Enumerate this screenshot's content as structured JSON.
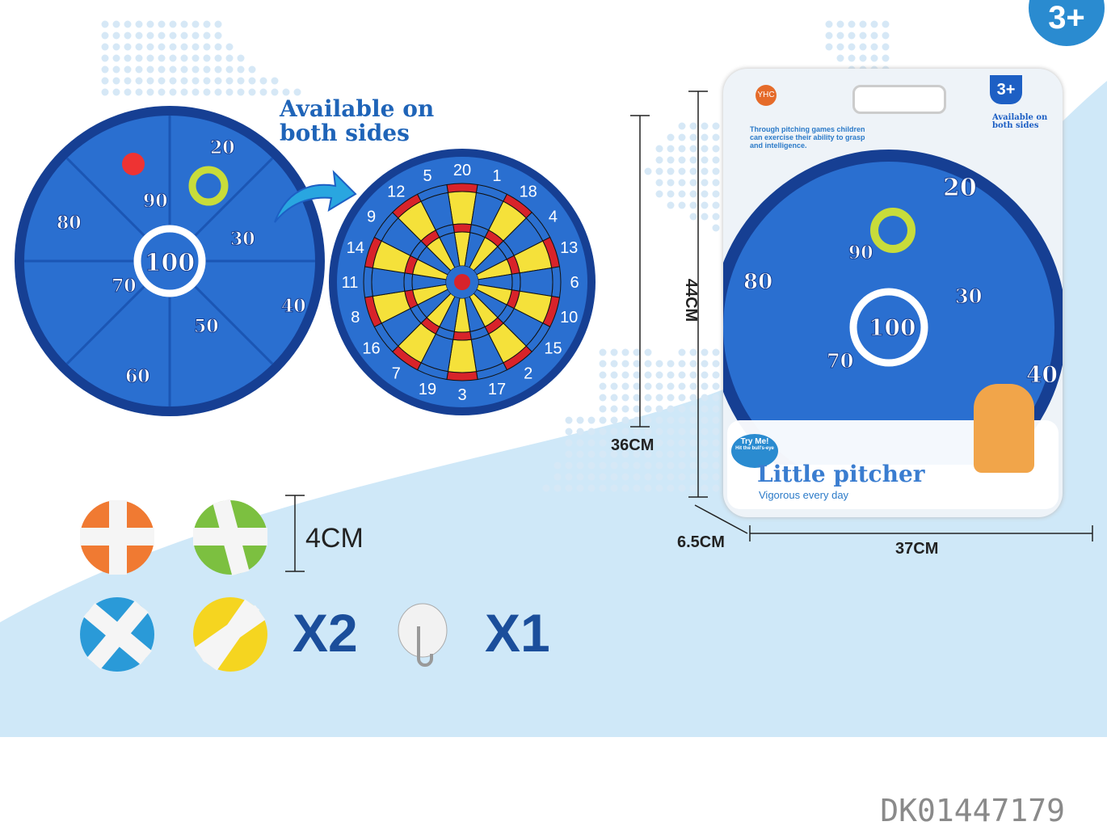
{
  "headline": {
    "line1": "Available on",
    "line2": "both sides"
  },
  "age_badge": "3+",
  "animal_board": {
    "center": "100",
    "scores": [
      "20",
      "30",
      "40",
      "50",
      "60",
      "70",
      "80",
      "90"
    ]
  },
  "dart_board": {
    "numbers": [
      "20",
      "1",
      "18",
      "4",
      "13",
      "6",
      "10",
      "15",
      "2",
      "17",
      "3",
      "19",
      "7",
      "16",
      "8",
      "11",
      "14",
      "9",
      "12",
      "5"
    ]
  },
  "dimensions": {
    "board_diameter": "36CM",
    "package_height": "44CM",
    "package_depth": "6.5CM",
    "package_width": "37CM",
    "ball_size": "4CM"
  },
  "contents": {
    "balls_qty": "X2",
    "hook_qty": "X1"
  },
  "package": {
    "brand": "YHC",
    "age": "3+",
    "description": "Through pitching games children can exercise their ability to grasp and intelligence.",
    "avail1": "Available on",
    "avail2": "both sides",
    "try_me": "Try Me!",
    "try_sub": "Hit the bull's-eye",
    "title": "Little pitcher",
    "subtitle": "Vigorous every day",
    "scores": [
      "20",
      "90",
      "80",
      "30",
      "100",
      "70",
      "40"
    ]
  },
  "sku": "DK01447179",
  "colors": {
    "board_blue": "#1d5fc4",
    "dark_blue": "#163f93",
    "sky": "#cfe8f8",
    "yellow": "#f5e13a",
    "red": "#d8232a"
  }
}
